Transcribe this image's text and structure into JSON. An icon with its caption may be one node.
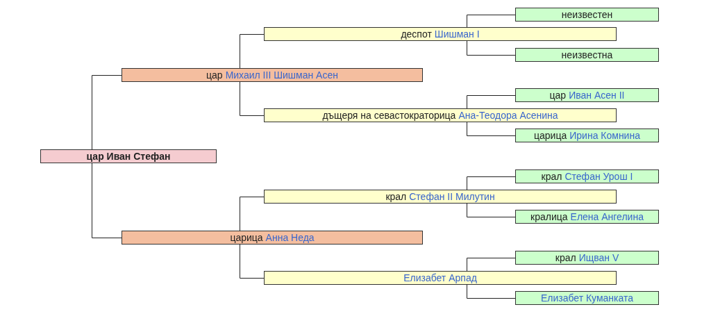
{
  "diagram": {
    "nodes": [
      {
        "text": [
          "неизвестен"
        ]
      },
      {
        "text": [
          "деспот",
          "Шишман I"
        ]
      },
      {
        "text": [
          "неизвестна"
        ]
      },
      {
        "text": [
          "цар",
          "Михаил III Шишман Асен"
        ]
      },
      {
        "text": [
          "цар",
          "Иван Асен II"
        ]
      },
      {
        "text": [
          "дъщеря на севастократорица",
          "Ана-Теодора Асенина"
        ]
      },
      {
        "text": [
          "царица",
          "Ирина Комнина"
        ]
      },
      {
        "text": [
          "цар Иван Стефан"
        ]
      },
      {
        "text": [
          "крал",
          "Стефан Урош I"
        ]
      },
      {
        "text": [
          "крал",
          "Стефан II Милутин"
        ]
      },
      {
        "text": [
          "кралица",
          "Елена Ангелина"
        ]
      },
      {
        "text": [
          "царица",
          "Анна Неда"
        ]
      },
      {
        "text": [
          "крал",
          "Ищван V"
        ]
      },
      {
        "text": [
          "Елизабет Арпад"
        ]
      },
      {
        "text": [
          "Елизабет Куманката"
        ]
      }
    ],
    "edges": [
      {
        "from": 7,
        "to": 3,
        "arrow": "none"
      },
      {
        "from": 7,
        "to": 11,
        "arrow": "none"
      },
      {
        "from": 3,
        "to": 1,
        "arrow": "none"
      },
      {
        "from": 3,
        "to": 5,
        "arrow": "none"
      },
      {
        "from": 11,
        "to": 9,
        "arrow": "none"
      },
      {
        "from": 11,
        "to": 13,
        "arrow": "none"
      },
      {
        "from": 1,
        "to": 0,
        "arrow": "none"
      },
      {
        "from": 1,
        "to": 2,
        "arrow": "none"
      },
      {
        "from": 5,
        "to": 4,
        "arrow": "none"
      },
      {
        "from": 5,
        "to": 6,
        "arrow": "none"
      },
      {
        "from": 9,
        "to": 8,
        "arrow": "none"
      },
      {
        "from": 9,
        "to": 10,
        "arrow": "none"
      },
      {
        "from": 13,
        "to": 12,
        "arrow": "none"
      },
      {
        "from": 13,
        "to": 14,
        "arrow": "none"
      }
    ]
  }
}
